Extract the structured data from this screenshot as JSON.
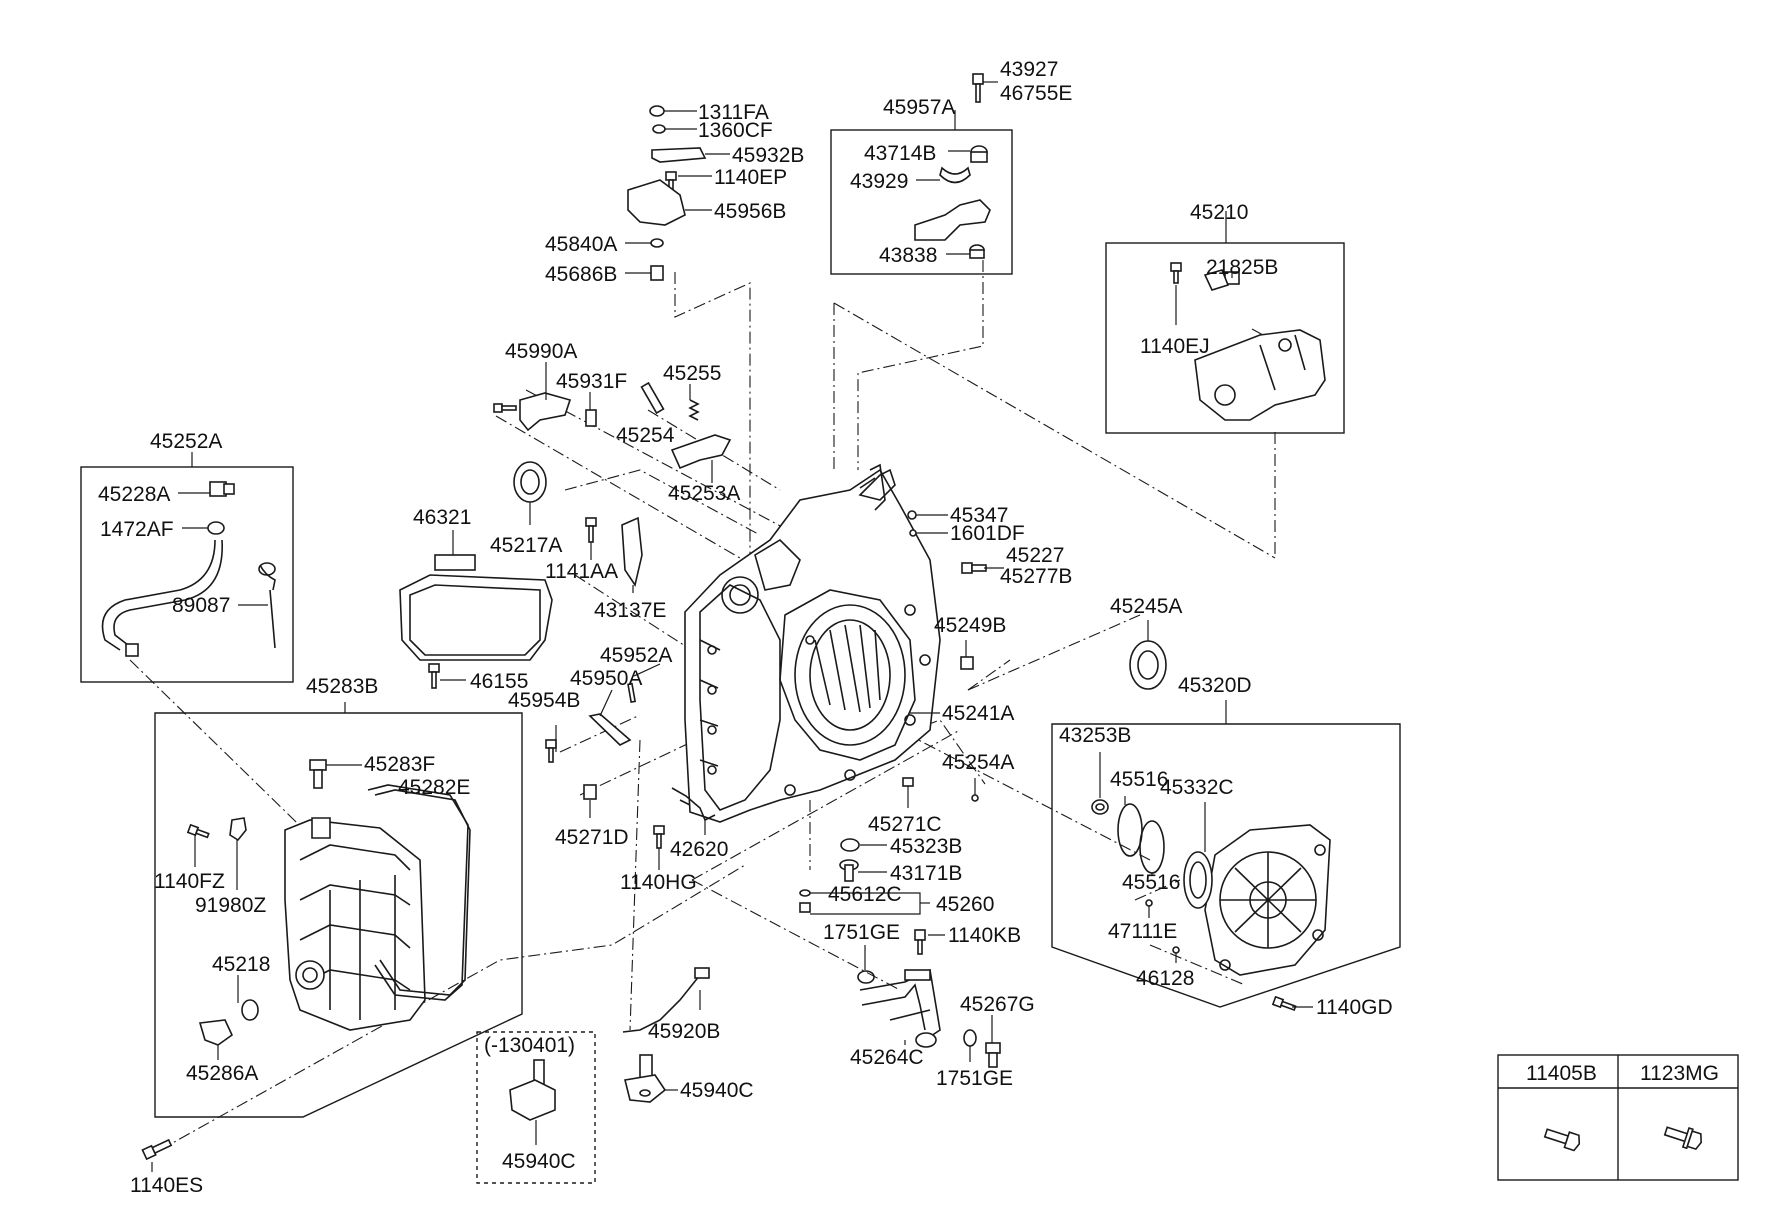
{
  "labels": {
    "p43927": "43927",
    "p46755E": "46755E",
    "p45957A": "45957A",
    "p43714B": "43714B",
    "p43929": "43929",
    "p43838": "43838",
    "p1311FA": "1311FA",
    "p1360CF": "1360CF",
    "p45932B": "45932B",
    "p1140EP": "1140EP",
    "p45956B": "45956B",
    "p45840A": "45840A",
    "p45686B": "45686B",
    "p45210": "45210",
    "p21825B": "21825B",
    "p1140EJ": "1140EJ",
    "p45990A": "45990A",
    "p45931F": "45931F",
    "p45255": "45255",
    "p45254": "45254",
    "p45253A": "45253A",
    "p45252A": "45252A",
    "p45228A": "45228A",
    "p1472AF": "1472AF",
    "p89087": "89087",
    "p45217A": "45217A",
    "p1141AA": "1141AA",
    "p43137E": "43137E",
    "p46321": "46321",
    "p45347": "45347",
    "p1601DF": "1601DF",
    "p45227": "45227",
    "p45277B": "45277B",
    "p45245A": "45245A",
    "p45249B": "45249B",
    "p45320D": "45320D",
    "p46155": "46155",
    "p45952A": "45952A",
    "p45950A": "45950A",
    "p45954B": "45954B",
    "p45241A": "45241A",
    "p45283B": "45283B",
    "p45283F": "45283F",
    "p45282E": "45282E",
    "p43253B": "43253B",
    "p45516a": "45516",
    "p45332C": "45332C",
    "p45254A": "45254A",
    "p45271D": "45271D",
    "p42620": "42620",
    "p45271C": "45271C",
    "p45323B": "45323B",
    "p1140FZ": "1140FZ",
    "p91980Z": "91980Z",
    "p1140HG": "1140HG",
    "p43171B": "43171B",
    "p45516b": "45516",
    "p45612C": "45612C",
    "p45260": "45260",
    "p47111E": "47111E",
    "p1751GEa": "1751GE",
    "p1140KB": "1140KB",
    "p45218": "45218",
    "p46128": "46128",
    "p45267G": "45267G",
    "p1140GD": "1140GD",
    "p45920B": "45920B",
    "p45286A": "45286A",
    "p130401": "(-130401)",
    "p45264C": "45264C",
    "p1751GEb": "1751GE",
    "p45940Ca": "45940C",
    "p45940Cb": "45940C",
    "p1140ES": "1140ES"
  },
  "legend_table": {
    "headers": [
      "11405B",
      "1123MG"
    ]
  }
}
